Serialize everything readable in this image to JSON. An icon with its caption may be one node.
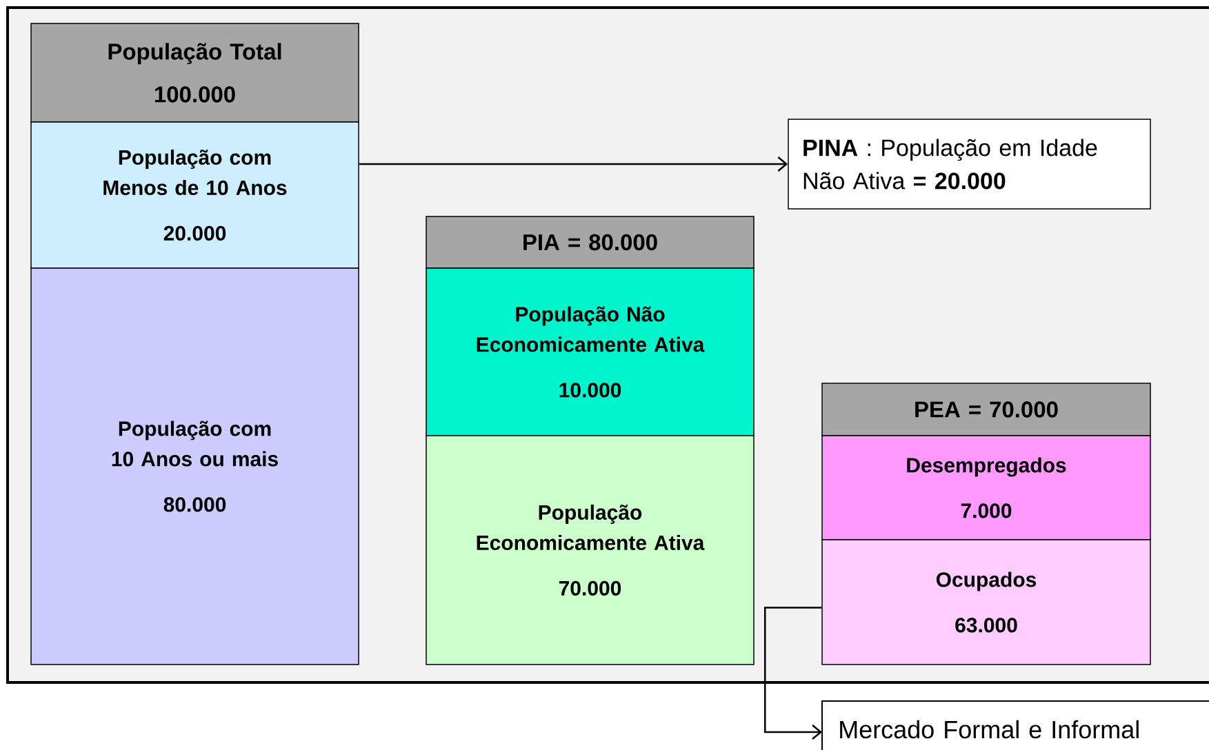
{
  "diagram": {
    "nodes": [
      {
        "text": [
          "População Total",
          "100.000"
        ]
      },
      {
        "text": [
          "População com Menos de 10 Anos",
          "20.000"
        ]
      },
      {
        "text": [
          "População com 10 Anos ou mais",
          "80.000"
        ]
      },
      {
        "text": [
          "PIA = 80.000"
        ]
      },
      {
        "text": [
          "População Não Economicamente Ativa",
          "10.000"
        ]
      },
      {
        "text": [
          "População Economicamente Ativa",
          "70.000"
        ]
      },
      {
        "text": [
          "PEA = 70.000"
        ]
      },
      {
        "text": [
          "Desempregados",
          "7.000"
        ]
      },
      {
        "text": [
          "Ocupados",
          "63.000"
        ]
      },
      {
        "text": [
          "**PINA** : População em Idade Não Ativa **= 20.000**"
        ]
      },
      {
        "text": [
          "Mercado Formal e Informal"
        ]
      }
    ],
    "edges": [
      {
        "from": 1,
        "to": 9,
        "arrow": "to"
      },
      {
        "from": 8,
        "to": 10,
        "arrow": "to"
      }
    ]
  }
}
